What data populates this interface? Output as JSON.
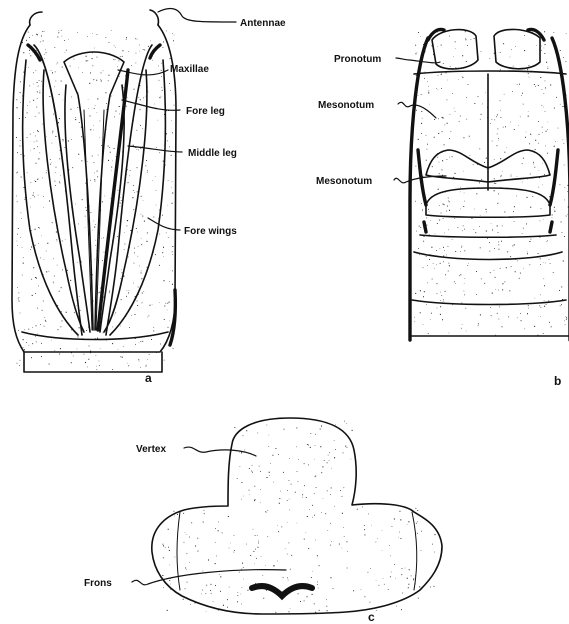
{
  "panel_a": {
    "letter": "a",
    "labels": {
      "antennae": "Antennae",
      "maxillae": "Maxillae",
      "fore_leg": "Fore leg",
      "middle_leg": "Middle leg",
      "fore_wings": "Fore wings"
    }
  },
  "panel_b": {
    "letter": "b",
    "labels": {
      "pronotum": "Pronotum",
      "mesonotum": "Mesonotum",
      "metanotum": "Mesonotum"
    }
  },
  "panel_c": {
    "letter": "c",
    "labels": {
      "vertex": "Vertex",
      "frons": "Frons"
    }
  },
  "colors": {
    "ink": "#111111",
    "paper": "#ffffff"
  }
}
